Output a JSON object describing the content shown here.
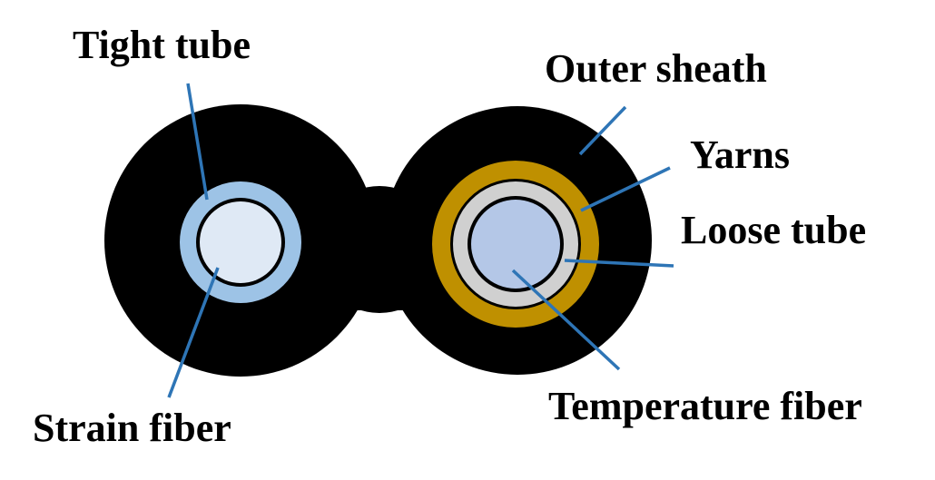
{
  "labels": {
    "tight_tube": "Tight tube",
    "outer_sheath": "Outer sheath",
    "yarns": "Yarns",
    "loose_tube": "Loose tube",
    "strain_fiber": "Strain fiber",
    "temperature_fiber": "Temperature fiber"
  },
  "colors": {
    "sheath": "#000000",
    "tight_tube": "#9dc3e6",
    "strain_fiber": "#dfe9f5",
    "yarns": "#bf9000",
    "loose_tube": "#d0d0d0",
    "temperature_fiber": "#b4c7e7",
    "leader_line": "#2e75b6"
  }
}
